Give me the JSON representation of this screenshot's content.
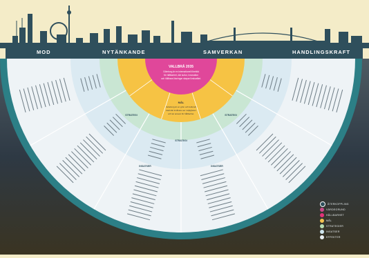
{
  "header": {
    "values": [
      "MOD",
      "NYTÄNKANDE",
      "SAMVERKAN",
      "HANDLINGSKRAFT"
    ]
  },
  "center": {
    "title": "VALLBRÅ 2035",
    "vision_lines": [
      "Göteborg är en internationell förebild",
      "för hållbarhet, där kultur, innovation",
      "och hållbara lösningar skapar livskvalitet."
    ]
  },
  "goal": {
    "label": "MÅL",
    "lines": [
      "Göteborg är en grön och kulturell",
      "stad där invånare ser möjligheter",
      "och tar ansvar för hållbarhet."
    ]
  },
  "strategies": {
    "left": "STRATEGI",
    "mid": "STRATEGI",
    "right": "STRATEGI"
  },
  "actions": {
    "left": "INSATSER",
    "right": "INSATSER"
  },
  "legend": [
    {
      "label": "ÅTERKOPPLING",
      "color": "#2f4f5c"
    },
    {
      "label": "VÄRDEGRUND",
      "color": "#c74a8a"
    },
    {
      "label": "HÅLLBARHET",
      "color": "#e2327a"
    },
    {
      "label": "MÅL",
      "color": "#f2c14e"
    },
    {
      "label": "STRATEGIER",
      "color": "#b7dcb0"
    },
    {
      "label": "INSATSER",
      "color": "#cfe6f0"
    },
    {
      "label": "EFFEKTER",
      "color": "#e8eef2"
    }
  ],
  "colors": {
    "sky": "#f4ecc8",
    "water": "#2c3440",
    "skyline": "#2f4f5c",
    "outer_ring": "#2c7f86",
    "effects": "#eef3f6",
    "actions": "#dbeaf2",
    "strategies": "#c9e6d3",
    "goals": "#f6c344",
    "core": "#e0479a"
  }
}
